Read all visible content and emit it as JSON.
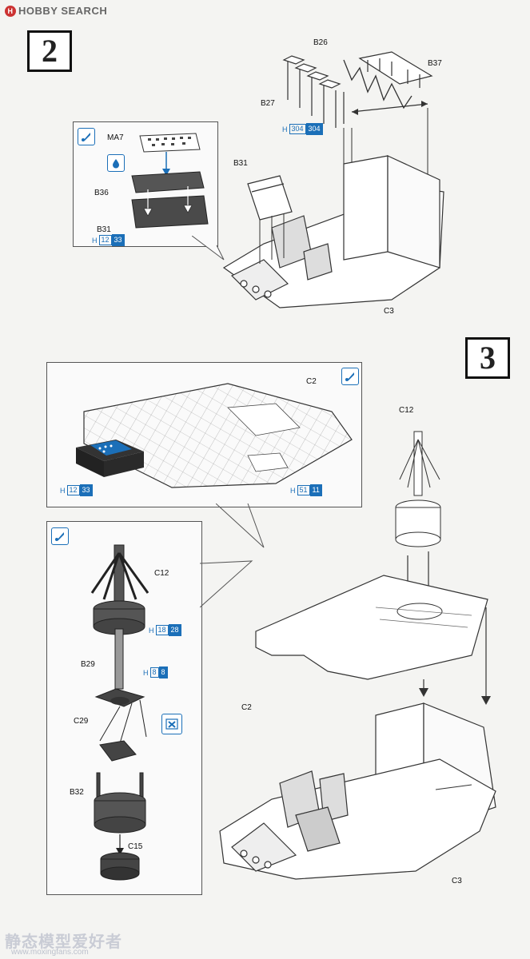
{
  "header": {
    "logo_text": "HOBBY SEARCH"
  },
  "step2": {
    "number": "2",
    "labels": {
      "b26": "B26",
      "b37": "B37",
      "b27": "B27",
      "b31": "B31",
      "c3": "C3",
      "ma7": "MA7",
      "b36": "B36",
      "b31_inset": "B31"
    },
    "paint_h304": {
      "prefix": "H",
      "code1": "304",
      "code2": "304"
    },
    "paint_h12": {
      "prefix": "H",
      "code1": "12",
      "code2": "33"
    }
  },
  "step3": {
    "number": "3",
    "labels": {
      "c2_panel": "C2",
      "c12": "C12",
      "c12_inset": "C12",
      "b29": "B29",
      "c29": "C29",
      "b32": "B32",
      "c15": "C15",
      "c2_main": "C2",
      "c3": "C3"
    },
    "paint_h12": {
      "prefix": "H",
      "code1": "12",
      "code2": "33"
    },
    "paint_h51": {
      "prefix": "H",
      "code1": "51",
      "code2": "11"
    },
    "paint_h18": {
      "prefix": "H",
      "code1": "18",
      "code2": "28"
    },
    "paint_h8": {
      "prefix": "H",
      "code1": "8",
      "code2": "8"
    }
  },
  "footer": {
    "watermark": "静态模型爱好者",
    "watermark_url": "www.moxingfans.com"
  },
  "colors": {
    "paint_blue": "#1b6fb8",
    "part_dark": "#4a4a4a",
    "line": "#333333"
  }
}
